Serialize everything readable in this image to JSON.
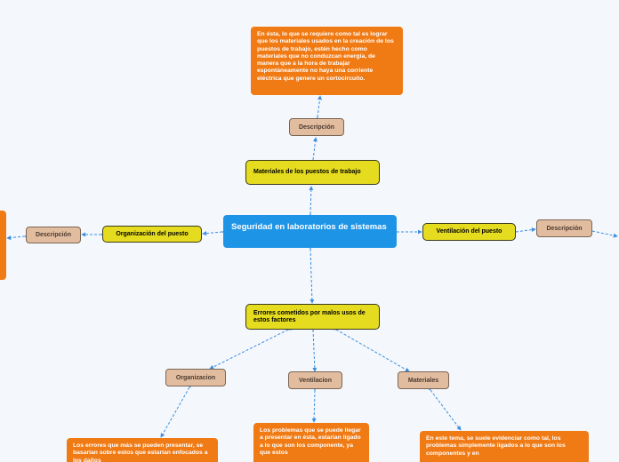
{
  "central": {
    "label": "Seguridad en laboratorios de sistemas"
  },
  "top_branch": {
    "label": "Materiales de los puestos de trabajo",
    "sub_label": "Descripción",
    "note": "En ésta, lo que se requiere como tal es lograr que los materiales usados en la creación de los puestos de trabajo, estén hecho como materiales que no conduzcan energía, de manera que a la hora de trabajar espontáneamente no haya una corriente eléctrica que genere un cortocircuito."
  },
  "left_branch": {
    "label": "Organización del puesto",
    "sub_label": "Descripción"
  },
  "right_branch": {
    "label": "Ventilación del puesto",
    "sub_label": "Descripción"
  },
  "bottom_branch": {
    "label": "Errores cometidos por malos usos de estos factores",
    "children": [
      {
        "label": "Organizacion",
        "note": "Los errores que más se pueden presentar, se basarían sobre estos que estarían enfocados a los daños"
      },
      {
        "label": "Ventilacion",
        "note": "Los problemas que se puede llegar a presentar en ésta, estarían ligado a lo que son los componente, ya que estos"
      },
      {
        "label": "Materiales",
        "note": "En este tema, se suele evidenciar como tal, los problemas simplemente ligados a lo que son los componentes y en"
      }
    ]
  }
}
